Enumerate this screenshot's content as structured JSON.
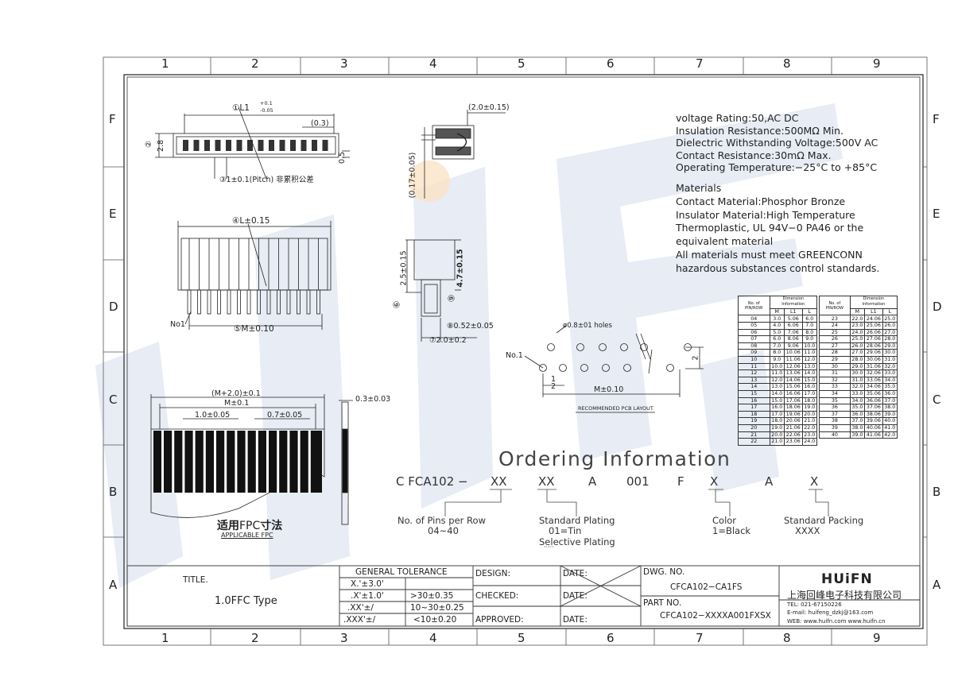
{
  "grid": {
    "columns": [
      "1",
      "2",
      "3",
      "4",
      "5",
      "6",
      "7",
      "8",
      "9"
    ],
    "rows": [
      "F",
      "E",
      "D",
      "C",
      "B",
      "A"
    ]
  },
  "watermark": "HUIFN",
  "specs": {
    "lines": [
      "voltage Rating:50,AC DC",
      "Insulation Resistance:500MΩ  Min.",
      "Dielectric Withstanding Voltage:500V AC",
      "Contact Resistance:30mΩ Max.",
      "Operating Temperature:−25°C to +85°C"
    ],
    "materials": [
      "Materials",
      "Contact Material:Phosphor Bronze",
      "Insulator Material:High Temperature",
      "Thermoplastic, UL 94V−0 PA46 or the",
      "equivalent material",
      "All materials must meet GREENCONN",
      "hazardous substances control standards."
    ]
  },
  "dims": {
    "top_view": {
      "l1": "①L1",
      "l1_tol_top": "+0.1",
      "l1_tol_bot": "-0.05",
      "d03": "(0.3)",
      "d2": "②",
      "d28": "2.8",
      "d05": "0.5",
      "pitch": "③1±0.1(Pitch) 非累积公差"
    },
    "side_view": {
      "d20": "(2.0±0.15)",
      "d017": "(0.17±0.05)"
    },
    "front_view": {
      "l": "④L±0.15",
      "no1": "No1",
      "m": "⑤M±0.10"
    },
    "side2": {
      "d25": "2.5±0.15",
      "d47": "4.7±0.15",
      "c6": "⑥",
      "c9": "⑨",
      "d052": "⑧0.52±0.05",
      "d20": "⑦2.0±0.2"
    },
    "pcb": {
      "holes": "ø0.8±01 holes",
      "no1": "No.1",
      "one": "1",
      "two": "2",
      "two_v": "2",
      "m": "M±0.10",
      "title": "RECOMMENDED PCB LAYOUT"
    },
    "fpc": {
      "m20": "(M+2.0)±0.1",
      "m01": "M±0.1",
      "d10": "1.0±0.05",
      "d07": "0.7±0.05",
      "d03": "0.3±0.03",
      "title_cn": "适用",
      "title_fpc": "FPC",
      "title_cn2": "寸法",
      "subtitle": "APPLICABLE FPC"
    }
  },
  "dim_table": {
    "left": {
      "headers": [
        "No. of PIN/ROW",
        "Dimension Information"
      ],
      "sub": [
        "M",
        "L1",
        "L"
      ],
      "rows": [
        [
          "04",
          "3.0",
          "5.06",
          "6.0"
        ],
        [
          "05",
          "4.0",
          "6.06",
          "7.0"
        ],
        [
          "06",
          "5.0",
          "7.06",
          "8.0"
        ],
        [
          "07",
          "6.0",
          "8.06",
          "9.0"
        ],
        [
          "08",
          "7.0",
          "9.06",
          "10.0"
        ],
        [
          "09",
          "8.0",
          "10.06",
          "11.0"
        ],
        [
          "10",
          "9.0",
          "11.06",
          "12.0"
        ],
        [
          "11",
          "10.0",
          "12.06",
          "13.0"
        ],
        [
          "12",
          "11.0",
          "13.06",
          "14.0"
        ],
        [
          "13",
          "12.0",
          "14.06",
          "15.0"
        ],
        [
          "14",
          "13.0",
          "15.06",
          "16.0"
        ],
        [
          "15",
          "14.0",
          "16.06",
          "17.0"
        ],
        [
          "16",
          "15.0",
          "17.06",
          "18.0"
        ],
        [
          "17",
          "16.0",
          "18.06",
          "19.0"
        ],
        [
          "18",
          "17.0",
          "19.06",
          "20.0"
        ],
        [
          "19",
          "18.0",
          "20.06",
          "21.0"
        ],
        [
          "20",
          "19.0",
          "21.06",
          "22.0"
        ],
        [
          "21",
          "20.0",
          "22.06",
          "23.0"
        ],
        [
          "22",
          "21.0",
          "23.06",
          "24.0"
        ]
      ]
    },
    "right": {
      "headers": [
        "No. of PIN/ROW",
        "Dimension Information"
      ],
      "sub": [
        "M",
        "L1",
        "L"
      ],
      "rows": [
        [
          "23",
          "22.0",
          "24.06",
          "25.0"
        ],
        [
          "24",
          "23.0",
          "25.06",
          "26.0"
        ],
        [
          "25",
          "24.0",
          "26.06",
          "27.0"
        ],
        [
          "26",
          "25.0",
          "27.06",
          "28.0"
        ],
        [
          "27",
          "26.0",
          "28.06",
          "29.0"
        ],
        [
          "28",
          "27.0",
          "29.06",
          "30.0"
        ],
        [
          "29",
          "28.0",
          "30.06",
          "31.0"
        ],
        [
          "30",
          "29.0",
          "31.06",
          "32.0"
        ],
        [
          "31",
          "30.0",
          "32.06",
          "33.0"
        ],
        [
          "32",
          "31.0",
          "33.06",
          "34.0"
        ],
        [
          "33",
          "32.0",
          "34.06",
          "35.0"
        ],
        [
          "34",
          "33.0",
          "35.06",
          "36.0"
        ],
        [
          "35",
          "34.0",
          "36.06",
          "37.0"
        ],
        [
          "36",
          "35.0",
          "37.06",
          "38.0"
        ],
        [
          "37",
          "36.0",
          "38.06",
          "39.0"
        ],
        [
          "38",
          "37.0",
          "39.06",
          "40.0"
        ],
        [
          "39",
          "38.0",
          "40.06",
          "41.0"
        ],
        [
          "40",
          "39.0",
          "41.06",
          "42.0"
        ]
      ]
    }
  },
  "ordering": {
    "title": "Ordering Information",
    "code": [
      "C FCA102 −",
      "XX",
      "XX",
      "A",
      "001",
      "F",
      "X",
      "A",
      "X"
    ],
    "legend": {
      "pins_1": "No. of Pins per Row",
      "pins_2": "04~40",
      "plating_1": "Standard Plating",
      "plating_2": "01=Tin",
      "plating_3": "Selective Plating",
      "plating_4": "·····",
      "color_1": "Color",
      "color_2": "1=Black",
      "pack_1": "Standard Packing",
      "pack_2": "XXXX"
    }
  },
  "title_block": {
    "title_label": "TITLE.",
    "title_value": "1.0FFC Type",
    "general_tolerance": "GENERAL TOLERANCE",
    "tol_rows": [
      [
        "X.'±3.0'",
        ""
      ],
      [
        ".X'±1.0'",
        ">30±0.35"
      ],
      [
        ".XX'±/",
        "10~30±0.25"
      ],
      [
        ".XXX'±/",
        "<10±0.20"
      ]
    ],
    "design": "DESIGN:",
    "checked": "CHECKED:",
    "approved": "APPROVED:",
    "date": "DATE:",
    "dwg_no_label": "DWG. NO.",
    "dwg_no": "CFCA102−CA1FS",
    "part_no_label": "PART NO.",
    "part_no": "CFCA102−XXXXA001FXSX",
    "logo": "HUiFN",
    "company": "上海回峰电子科技有限公司",
    "tel": "TEL: 021-67150226",
    "email": "E-mail: huifeng_dzkj@163.com",
    "web": "WEB: www.huifn.com   www.huifn.cn"
  }
}
